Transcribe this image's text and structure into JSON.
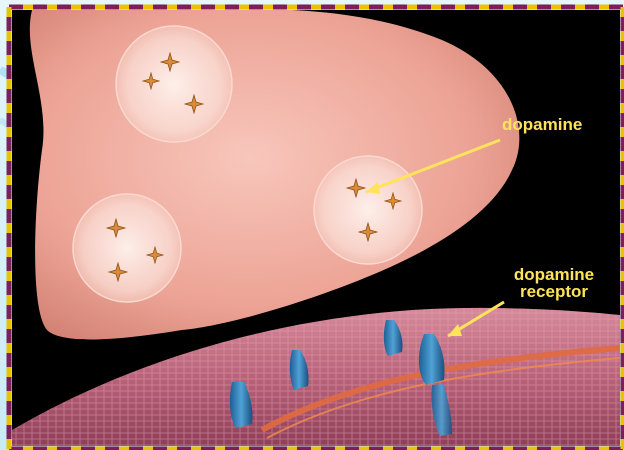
{
  "labels": {
    "dopamine": "dopamine",
    "receptor_line1": "dopamine",
    "receptor_line2": "receptor"
  },
  "colors": {
    "label": "#ffe35a",
    "background": "#000000",
    "terminal": "#f3b1a5",
    "vesicle": "#fbe7e0",
    "molecule": "#d98a3a",
    "receptor": "#2f7fb8",
    "membrane_band": "#e06a40",
    "frame_stripe_a": "#7d1f59",
    "frame_stripe_b": "#e8c400"
  },
  "icons": {
    "molecule": "dopamine-molecule-icon",
    "receptor": "receptor-protein-icon"
  }
}
